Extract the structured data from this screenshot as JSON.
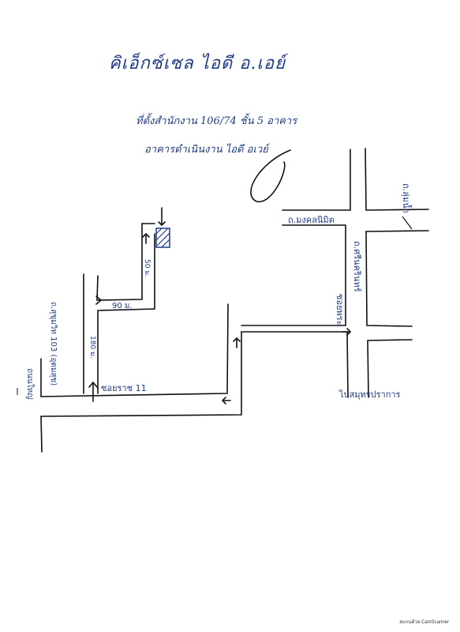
{
  "document": {
    "title": "คิเอ็กซ์เซล ไอดี อ.เอย์",
    "address_line1": "ที่ตั้งสำนักงาน 106/74 ชั้น 5 อาคาร",
    "address_line2": "อาคารดำเนินงาน ไอดี อเวย์"
  },
  "map_labels": {
    "road_top": "ถ.มงคลนิมิต",
    "road_right_vertical": "ถ.ศรีนครินทร์",
    "road_far_right": "ถ.ลุ่มน้ำ",
    "road_lower_right": "ซอยพระ",
    "road_bottom_right": "ไปสมุทรปราการ",
    "soi_main": "ซอยราช 11",
    "road_left": "ถ.สุขุมวิท 103 (อุดมสุข)",
    "road_far_left": "ถนนใหญ่",
    "dist_180": "180 ม.",
    "dist_90": "90 ม.",
    "dist_50": "50 ม."
  },
  "scanner_footer": "สแกนด้วย CamScanner",
  "colors": {
    "ink": "#1f3a8a",
    "pencil": "#111111"
  }
}
